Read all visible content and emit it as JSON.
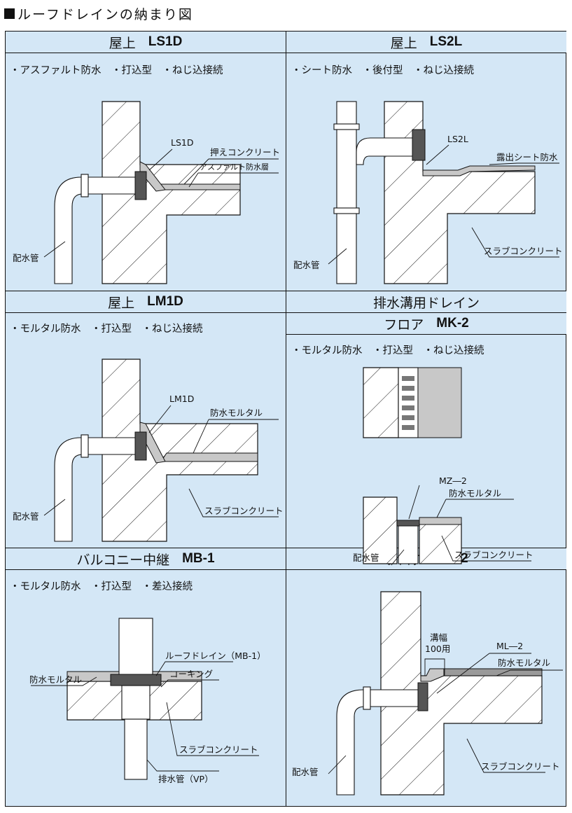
{
  "page_title": "ルーフドレインの納まり図",
  "panels": {
    "ls1d": {
      "title": "屋上",
      "model": "LS1D",
      "note": "・アスファルト防水　・打込型　・ねじ込接続",
      "labels": {
        "product": "LS1D",
        "layer1": "押えコンクリート",
        "layer2": "アスファルト防水層",
        "pipe": "配水管"
      }
    },
    "ls2l": {
      "title": "屋上",
      "model": "LS2L",
      "note": "・シート防水　・後付型　・ねじ込接続",
      "labels": {
        "product": "LS2L",
        "layer1": "露出シート防水",
        "slab": "スラブコンクリート",
        "pipe": "配水管"
      }
    },
    "lm1d": {
      "title": "屋上",
      "model": "LM1D",
      "note": "・モルタル防水　・打込型　・ねじ込接続",
      "labels": {
        "product": "LM1D",
        "layer1": "防水モルタル",
        "slab": "スラブコンクリート",
        "pipe": "配水管"
      }
    },
    "mk2": {
      "group_title": "排水溝用ドレイン",
      "title": "フロア",
      "model": "MK-2",
      "note": "・モルタル防水　・打込型　・ねじ込接続",
      "labels": {
        "product": "MZ―2",
        "layer1": "防水モルタル",
        "slab": "スラブコンクリート",
        "pipe": "配水管"
      }
    },
    "mb1": {
      "title": "バルコニー中継",
      "model": "MB-1",
      "note": "・モルタル防水　・打込型　・差込接続",
      "labels": {
        "product": "ルーフドレイン（MB-1）",
        "layer1": "防水モルタル",
        "caulk": "コーキング",
        "slab": "スラブコンクリート",
        "pipe": "排水管（VP）"
      }
    },
    "ml2": {
      "title": "フロア",
      "model": "ML-2",
      "labels": {
        "groove_line1": "溝幅",
        "groove_line2": "100用",
        "product": "ML―2",
        "layer1": "防水モルタル",
        "slab": "スラブコンクリート",
        "pipe": "配水管"
      }
    }
  },
  "colors": {
    "panel_background": "#d4e7f6",
    "line": "#111111",
    "wall_fill": "#ffffff",
    "membrane": "#c8c8c8"
  }
}
